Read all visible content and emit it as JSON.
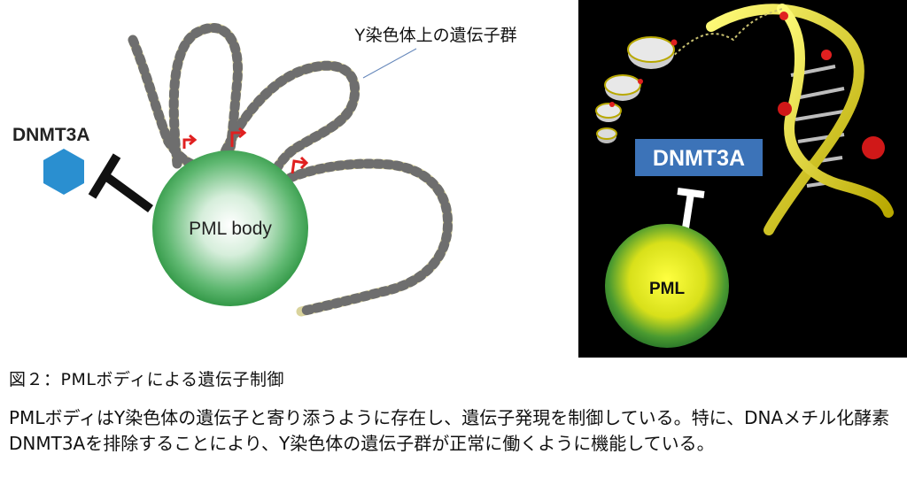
{
  "left_figure": {
    "gene_cluster_label": "Y染色体上の遺伝子群",
    "dnmt3a_label": "DNMT3A",
    "pml_body_label": "PML body"
  },
  "right_figure": {
    "dnmt3a_label": "DNMT3A",
    "pml_label": "PML"
  },
  "caption": {
    "title": "図２：PMLボディによる遺伝子制御",
    "body": "PMLボディはY染色体の遺伝子と寄り添うように存在し、遺伝子発現を制御している。特に、DNAメチル化酵素DNMT3Aを排除することにより、Y染色体の遺伝子群が正常に働くように機能している。"
  },
  "colors": {
    "pml_green": "#2e9a44",
    "hexagon_blue": "#2a8fd0",
    "dnmt3a_box": "#3c73b8",
    "chromatin_beige": "#dcd7a2",
    "chromatin_gray": "#6e6e6e",
    "arrow_red": "#e02020",
    "pml_yellow": "#f4f000"
  }
}
